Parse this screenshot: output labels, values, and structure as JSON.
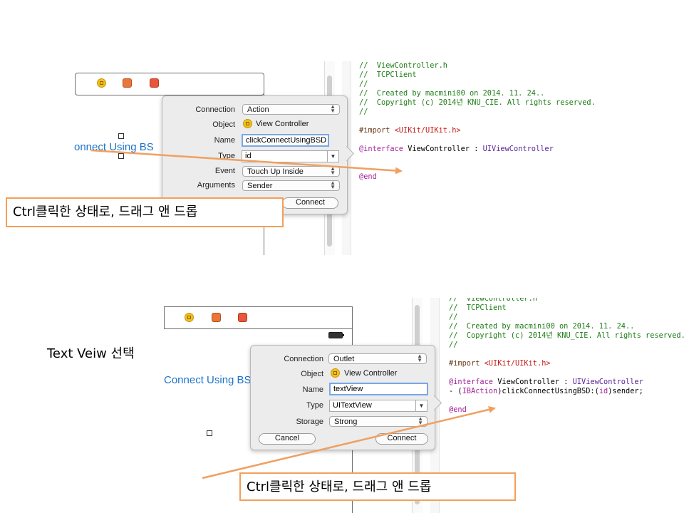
{
  "colors": {
    "callout_border": "#f3a05a",
    "arrow": "#f0a060",
    "ib_text": "#1e73c8"
  },
  "top": {
    "ib_button_text": "onnect Using BS",
    "code_lines": [
      [
        {
          "c": "cmt",
          "t": "//  ViewController.h"
        }
      ],
      [
        {
          "c": "cmt",
          "t": "//  TCPClient"
        }
      ],
      [
        {
          "c": "cmt",
          "t": "//"
        }
      ],
      [
        {
          "c": "cmt",
          "t": "//  Created by macmini00 on 2014. 11. 24.."
        }
      ],
      [
        {
          "c": "cmt",
          "t": "//  Copyright (c) 2014년 KNU_CIE. All rights reserved."
        }
      ],
      [
        {
          "c": "cmt",
          "t": "//"
        }
      ],
      [
        {
          "c": "pl",
          "t": ""
        }
      ],
      [
        {
          "c": "pp",
          "t": "#import "
        },
        {
          "c": "str",
          "t": "<UIKit/UIKit.h>"
        }
      ],
      [
        {
          "c": "pl",
          "t": ""
        }
      ],
      [
        {
          "c": "kw",
          "t": "@interface"
        },
        {
          "c": "pl",
          "t": " ViewController : "
        },
        {
          "c": "ty",
          "t": "UIViewController"
        }
      ],
      [
        {
          "c": "pl",
          "t": ""
        }
      ],
      [
        {
          "c": "pl",
          "t": ""
        }
      ],
      [
        {
          "c": "kw",
          "t": "@end"
        }
      ]
    ],
    "popup": {
      "connection_label": "Connection",
      "connection_value": "Action",
      "object_label": "Object",
      "object_value": "View Controller",
      "name_label": "Name",
      "name_value": "clickConnectUsingBSD",
      "type_label": "Type",
      "type_value": "id",
      "event_label": "Event",
      "event_value": "Touch Up Inside",
      "arguments_label": "Arguments",
      "arguments_value": "Sender",
      "connect_button": "Connect"
    },
    "callout": "Ctrl클릭한 상태로, 드래그 앤 드롭"
  },
  "bottom": {
    "text_view_label": "Text Veiw 선택",
    "ib_button_text": "Connect Using BS",
    "code_lines": [
      [
        {
          "c": "cmt",
          "t": "//  ViewController.h"
        }
      ],
      [
        {
          "c": "cmt",
          "t": "//  TCPClient"
        }
      ],
      [
        {
          "c": "cmt",
          "t": "//"
        }
      ],
      [
        {
          "c": "cmt",
          "t": "//  Created by macmini00 on 2014. 11. 24.."
        }
      ],
      [
        {
          "c": "cmt",
          "t": "//  Copyright (c) 2014년 KNU_CIE. All rights reserved."
        }
      ],
      [
        {
          "c": "cmt",
          "t": "//"
        }
      ],
      [
        {
          "c": "pl",
          "t": ""
        }
      ],
      [
        {
          "c": "pp",
          "t": "#import "
        },
        {
          "c": "str",
          "t": "<UIKit/UIKit.h>"
        }
      ],
      [
        {
          "c": "pl",
          "t": ""
        }
      ],
      [
        {
          "c": "kw",
          "t": "@interface"
        },
        {
          "c": "pl",
          "t": " ViewController : "
        },
        {
          "c": "ty",
          "t": "UIViewController"
        }
      ],
      [
        {
          "c": "pl",
          "t": "- ("
        },
        {
          "c": "kw",
          "t": "IBAction"
        },
        {
          "c": "pl",
          "t": ")clickConnectUsingBSD:("
        },
        {
          "c": "kw",
          "t": "id"
        },
        {
          "c": "pl",
          "t": ")sender;"
        }
      ],
      [
        {
          "c": "pl",
          "t": ""
        }
      ],
      [
        {
          "c": "kw",
          "t": "@end"
        }
      ]
    ],
    "popup": {
      "connection_label": "Connection",
      "connection_value": "Outlet",
      "object_label": "Object",
      "object_value": "View Controller",
      "name_label": "Name",
      "name_value": "textView",
      "type_label": "Type",
      "type_value": "UITextView",
      "storage_label": "Storage",
      "storage_value": "Strong",
      "cancel_button": "Cancel",
      "connect_button": "Connect"
    },
    "callout": "Ctrl클릭한 상태로, 드래그 앤 드롭"
  }
}
